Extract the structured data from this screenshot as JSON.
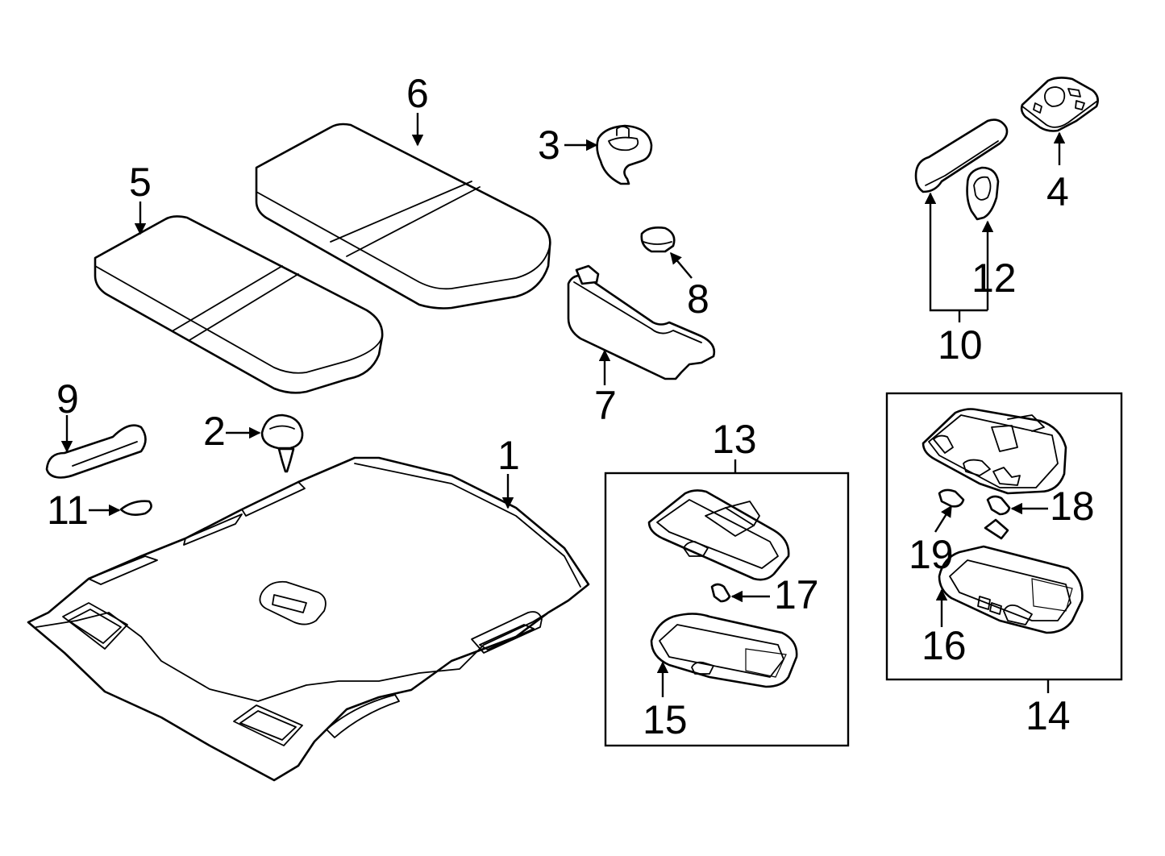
{
  "labels": {
    "l1": "1",
    "l2": "2",
    "l3": "3",
    "l4": "4",
    "l5": "5",
    "l6": "6",
    "l7": "7",
    "l8": "8",
    "l9": "9",
    "l10": "10",
    "l11": "11",
    "l12": "12",
    "l13": "13",
    "l14": "14",
    "l15": "15",
    "l16": "16",
    "l17": "17",
    "l18": "18",
    "l19": "19"
  },
  "colors": {
    "line": "#000000",
    "background": "#ffffff"
  }
}
